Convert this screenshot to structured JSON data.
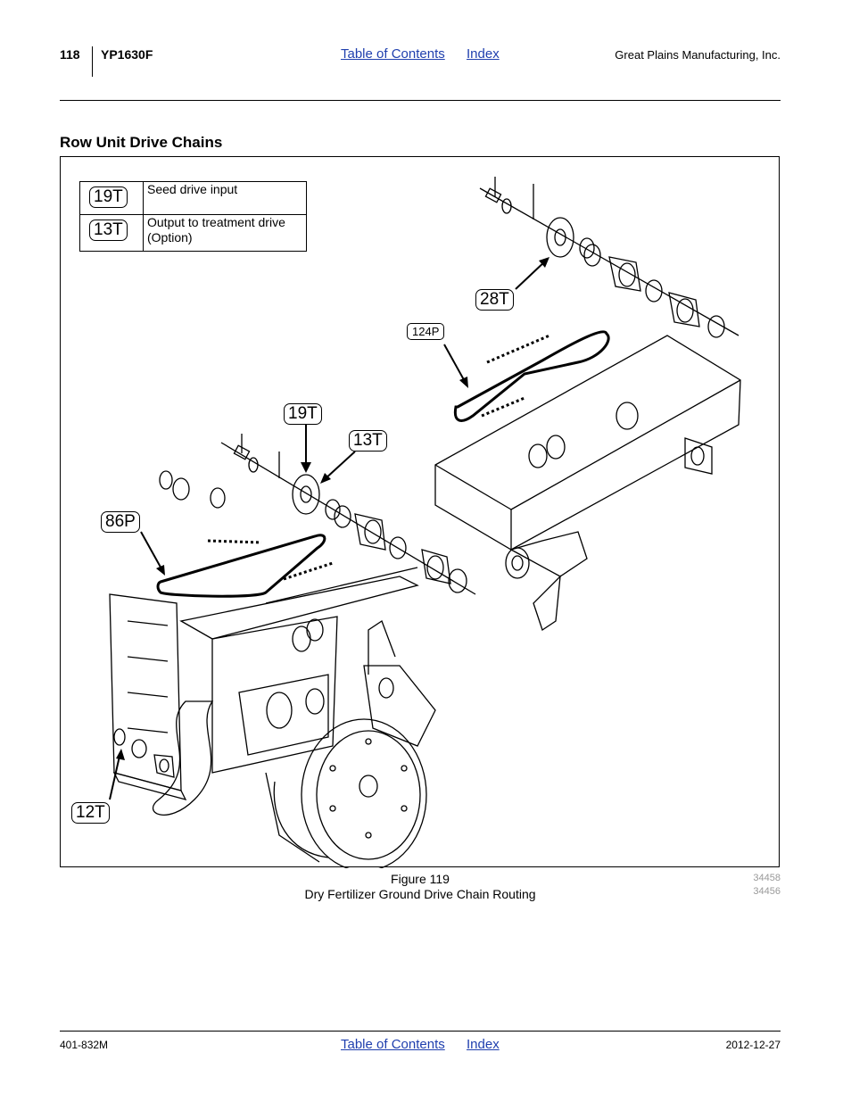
{
  "header": {
    "page_number": "118",
    "model": "YP1630F",
    "toc_link": "Table of Contents",
    "index_link": "Index",
    "company": "Great Plains Manufacturing, Inc."
  },
  "section": {
    "title": "Row Unit Drive Chains"
  },
  "figure": {
    "legend": [
      {
        "tag": "19T",
        "description": "Seed drive input"
      },
      {
        "tag": "13T",
        "description": "Output to treatment drive (Option)"
      }
    ],
    "callouts": {
      "t28": "28T",
      "p124": "124P",
      "t19": "19T",
      "t13": "13T",
      "p86": "86P",
      "t12": "12T"
    },
    "caption_number": "Figure 119",
    "caption_title": "Dry Fertilizer Ground Drive Chain Routing",
    "codes": [
      "34458",
      "34456"
    ]
  },
  "footer": {
    "doc_number": "401-832M",
    "toc_link": "Table of Contents",
    "index_link": "Index",
    "date": "2012-12-27"
  }
}
